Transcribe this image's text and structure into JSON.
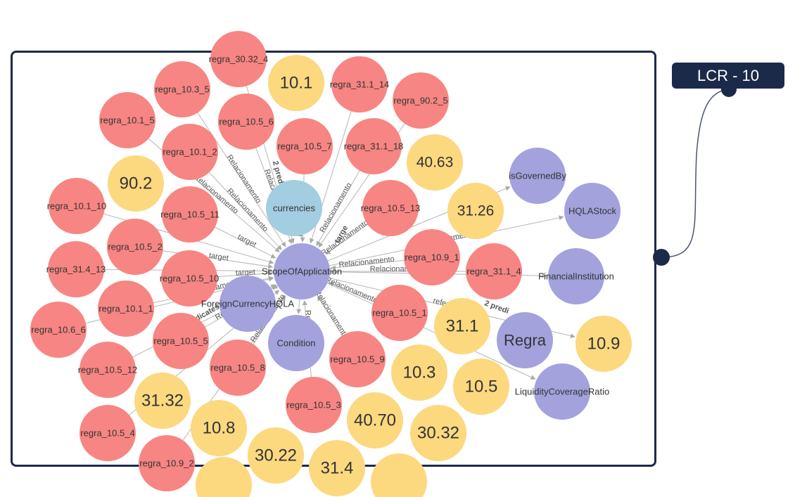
{
  "card_label": "LCR - 10",
  "colors": {
    "rule": "#f78583",
    "value": "#fcd87f",
    "class": "#a3a2dd",
    "currency": "#a3cde0",
    "card_border": "#1c2a4a"
  },
  "nodes": [
    {
      "id": "regra_30.32_4",
      "label": "regra_30.32_4",
      "type": "rule"
    },
    {
      "id": "v10.1",
      "label": "10.1",
      "type": "value"
    },
    {
      "id": "regra_31.1_14",
      "label": "regra_31.1_14",
      "type": "rule"
    },
    {
      "id": "regra_90.2_5",
      "label": "regra_90.2_5",
      "type": "rule"
    },
    {
      "id": "regra_10.3_5",
      "label": "regra_10.3_5",
      "type": "rule"
    },
    {
      "id": "regra_10.1_5",
      "label": "regra_10.1_5",
      "type": "rule"
    },
    {
      "id": "regra_10.5_6",
      "label": "regra_10.5_6",
      "type": "rule"
    },
    {
      "id": "regra_10.5_7",
      "label": "regra_10.5_7",
      "type": "rule"
    },
    {
      "id": "regra_31.1_18",
      "label": "regra_31.1_18",
      "type": "rule"
    },
    {
      "id": "v40.63",
      "label": "40.63",
      "type": "value"
    },
    {
      "id": "regra_10.1_2",
      "label": "regra_10.1_2",
      "type": "rule"
    },
    {
      "id": "v90.2",
      "label": "90.2",
      "type": "value"
    },
    {
      "id": "currencies",
      "label": "currencies",
      "type": "currency"
    },
    {
      "id": "isGovernedBy",
      "label": "isGovernedBy",
      "type": "class"
    },
    {
      "id": "HQLAStock",
      "label": "HQLAStock",
      "type": "class"
    },
    {
      "id": "regra_10.1_10",
      "label": "regra_10.1_10",
      "type": "rule"
    },
    {
      "id": "regra_10.5_11",
      "label": "regra_10.5_11",
      "type": "rule"
    },
    {
      "id": "regra_10.5_13",
      "label": "regra_10.5_13",
      "type": "rule"
    },
    {
      "id": "v31.26",
      "label": "31.26",
      "type": "value"
    },
    {
      "id": "regra_10.5_2",
      "label": "regra_10.5_2",
      "type": "rule"
    },
    {
      "id": "ScopeOfApplication",
      "label": "ScopeOfApplication",
      "type": "class"
    },
    {
      "id": "regra_10.9_1",
      "label": "regra_10.9_1",
      "type": "rule"
    },
    {
      "id": "regra_31.1_4",
      "label": "regra_31.1_4",
      "type": "rule"
    },
    {
      "id": "FinancialInstitution",
      "label": "FinancialInstitution",
      "type": "class"
    },
    {
      "id": "regra_31.4_13",
      "label": "regra_31.4_13",
      "type": "rule"
    },
    {
      "id": "regra_10.5_10",
      "label": "regra_10.5_10",
      "type": "rule"
    },
    {
      "id": "ForeignCurrencyHQLA",
      "label": "ForeignCurrencyHQLA",
      "type": "class"
    },
    {
      "id": "regra_10.1_1",
      "label": "regra_10.1_1",
      "type": "rule"
    },
    {
      "id": "regra_10.6_6",
      "label": "regra_10.6_6",
      "type": "rule"
    },
    {
      "id": "Condition",
      "label": "Condition",
      "type": "class"
    },
    {
      "id": "regra_10.5_1",
      "label": "regra_10.5_1",
      "type": "rule"
    },
    {
      "id": "v31.1",
      "label": "31.1",
      "type": "value"
    },
    {
      "id": "Regra",
      "label": "Regra",
      "type": "class"
    },
    {
      "id": "v10.9",
      "label": "10.9",
      "type": "value"
    },
    {
      "id": "regra_10.5_5",
      "label": "regra_10.5_5",
      "type": "rule"
    },
    {
      "id": "regra_10.5_12",
      "label": "regra_10.5_12",
      "type": "rule"
    },
    {
      "id": "regra_10.5_8",
      "label": "regra_10.5_8",
      "type": "rule"
    },
    {
      "id": "regra_10.5_9",
      "label": "regra_10.5_9",
      "type": "rule"
    },
    {
      "id": "v10.3",
      "label": "10.3",
      "type": "value"
    },
    {
      "id": "v10.5",
      "label": "10.5",
      "type": "value"
    },
    {
      "id": "LiquidityCoverageRatio",
      "label": "LiquidityCoverageRatio",
      "type": "class"
    },
    {
      "id": "v31.32",
      "label": "31.32",
      "type": "value"
    },
    {
      "id": "regra_10.5_4",
      "label": "regra_10.5_4",
      "type": "rule"
    },
    {
      "id": "v10.8",
      "label": "10.8",
      "type": "value"
    },
    {
      "id": "regra_10.5_3",
      "label": "regra_10.5_3",
      "type": "rule"
    },
    {
      "id": "v40.70",
      "label": "40.70",
      "type": "value"
    },
    {
      "id": "v30.32",
      "label": "30.32",
      "type": "value"
    },
    {
      "id": "v30.22",
      "label": "30.22",
      "type": "value"
    },
    {
      "id": "regra_10.9_2",
      "label": "regra_10.9_2",
      "type": "rule"
    },
    {
      "id": "v31.4",
      "label": "31.4",
      "type": "value"
    },
    {
      "id": "partial_value_bottom",
      "label": "",
      "type": "value"
    },
    {
      "id": "partial_value_bottom2",
      "label": "",
      "type": "value"
    }
  ],
  "edges": [
    {
      "from": "regra_10.1_2",
      "to": "ScopeOfApplication",
      "label": "Relacionamento"
    },
    {
      "from": "regra_10.5_6",
      "to": "ScopeOfApplication",
      "label": "Relacionamento"
    },
    {
      "from": "regra_10.5_7",
      "to": "ScopeOfApplication",
      "label": "Relacionamento"
    },
    {
      "from": "regra_31.1_18",
      "to": "ScopeOfApplication",
      "label": "Relacionamento"
    },
    {
      "from": "regra_10.1_5",
      "to": "ScopeOfApplication",
      "label": "Relacionamento"
    },
    {
      "from": "regra_10.3_5",
      "to": "ScopeOfApplication",
      "label": "Relacionamento"
    },
    {
      "from": "regra_10.5_11",
      "to": "ScopeOfApplication",
      "label": "target"
    },
    {
      "from": "regra_10.5_2",
      "to": "ScopeOfApplication",
      "label": "target"
    },
    {
      "from": "regra_10.5_10",
      "to": "ScopeOfApplication",
      "label": "target"
    },
    {
      "from": "regra_10.5_13",
      "to": "ScopeOfApplication",
      "label": "Relacionamento"
    },
    {
      "from": "regra_10.9_1",
      "to": "ScopeOfApplication",
      "label": "Relacionamento"
    },
    {
      "from": "regra_31.1_4",
      "to": "ScopeOfApplication",
      "label": "Relacionamento"
    },
    {
      "from": "regra_10.5_1",
      "to": "ScopeOfApplication",
      "label": "Relacionamento"
    },
    {
      "from": "regra_10.5_9",
      "to": "ScopeOfApplication",
      "label": "Relacionamento"
    },
    {
      "from": "regra_10.5_5",
      "to": "ScopeOfApplication",
      "label": "Relacionamento"
    },
    {
      "from": "regra_10.5_8",
      "to": "ScopeOfApplication",
      "label": "Relacionamento"
    },
    {
      "from": "regra_10.5_3",
      "to": "ScopeOfApplication",
      "label": "Relacionamento"
    },
    {
      "from": "regra_10.1_1",
      "to": "ScopeOfApplication",
      "label": "Relacionamento"
    },
    {
      "from": "regra_31.4_13",
      "to": "ScopeOfApplication",
      "label": "target"
    },
    {
      "from": "regra_10.1_10",
      "to": "ScopeOfApplication",
      "label": "target"
    },
    {
      "from": "regra_30.32_4",
      "to": "ScopeOfApplication",
      "label": ""
    },
    {
      "from": "regra_31.1_14",
      "to": "ScopeOfApplication",
      "label": ""
    },
    {
      "from": "regra_90.2_5",
      "to": "ScopeOfApplication",
      "label": ""
    },
    {
      "from": "regra_10.6_6",
      "to": "ScopeOfApplication",
      "label": ""
    },
    {
      "from": "regra_10.5_12",
      "to": "ScopeOfApplication",
      "label": ""
    },
    {
      "from": "regra_10.5_4",
      "to": "ScopeOfApplication",
      "label": ""
    },
    {
      "from": "regra_10.9_2",
      "to": "ScopeOfApplication",
      "label": ""
    },
    {
      "from": "ScopeOfApplication",
      "to": "isGovernedBy",
      "label": ""
    },
    {
      "from": "ScopeOfApplication",
      "to": "HQLAStock",
      "label": "Relacionamento"
    },
    {
      "from": "ScopeOfApplication",
      "to": "FinancialInstitution",
      "label": ""
    },
    {
      "from": "ScopeOfApplication",
      "to": "v10.9",
      "label": "refere_se_a"
    },
    {
      "from": "ScopeOfApplication",
      "to": "LiquidityCoverageRatio",
      "label": ""
    },
    {
      "from": "ScopeOfApplication",
      "to": "Condition",
      "label": ""
    },
    {
      "from": "ScopeOfApplication",
      "to": "ForeignCurrencyHQLA",
      "label": ""
    }
  ],
  "edge_labels_extra": [
    "2 pred",
    "indicates",
    "2 predi",
    "targe"
  ]
}
